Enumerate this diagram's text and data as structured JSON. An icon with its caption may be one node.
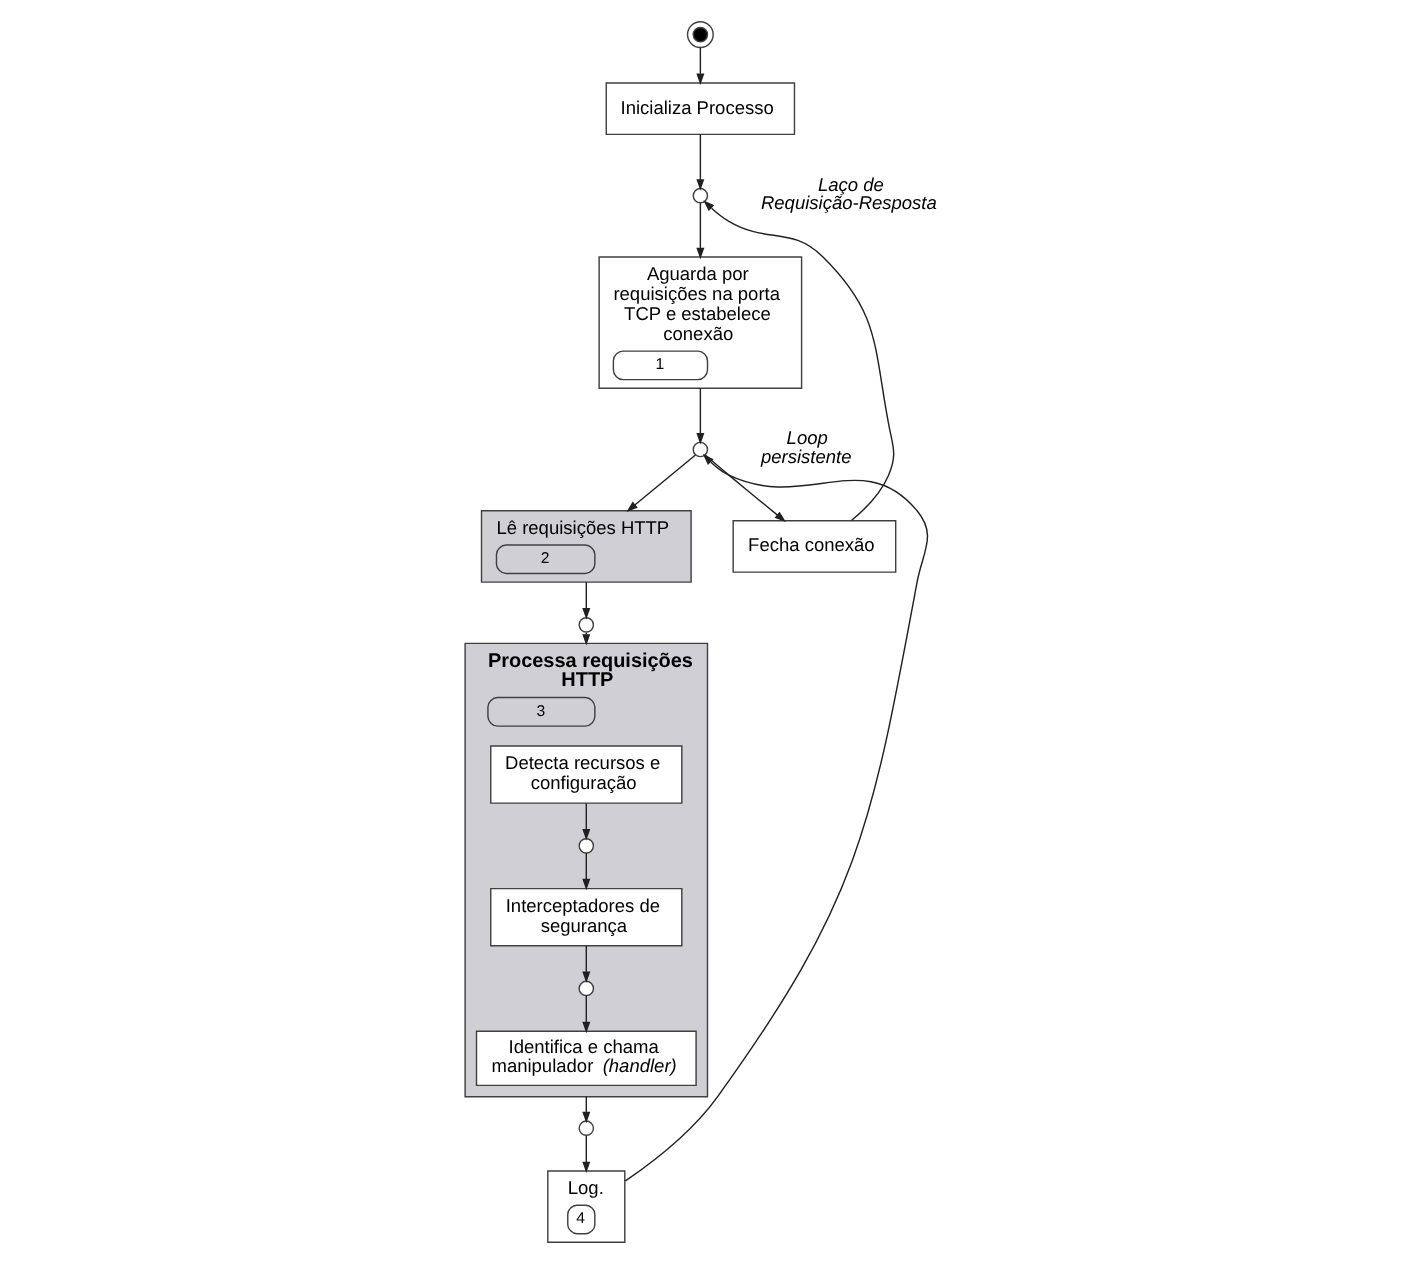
{
  "diagram": {
    "nodes": [
      {
        "text": [],
        "shape": "circle"
      },
      {
        "text": [
          "Inicializa Processo"
        ]
      },
      {
        "text": [],
        "shape": "circle",
        "beside": [
          "Laço de Requisição-Resposta"
        ]
      },
      {
        "text": [
          "Aguarda por requisições na porta TCP e estabelece conexão",
          "1"
        ]
      },
      {
        "text": [],
        "shape": "circle",
        "beside": [
          "Loop persistente"
        ]
      },
      {
        "text": [
          "Lê requisições HTTP",
          "2"
        ]
      },
      {
        "text": [],
        "shape": "circle"
      },
      {
        "text": [
          "Processa requisições HTTP",
          "3"
        ]
      },
      {
        "text": [
          "Detecta recursos e configuração"
        ],
        "in": 7
      },
      {
        "text": [],
        "shape": "circle",
        "in": 7
      },
      {
        "text": [
          "Interceptadores de segurança"
        ],
        "in": 7
      },
      {
        "text": [],
        "shape": "circle",
        "in": 7
      },
      {
        "text": [
          "Identifica e chama manipulador *(handler)*"
        ],
        "in": 7
      },
      {
        "text": [],
        "shape": "circle"
      },
      {
        "text": [
          "Log.",
          "4"
        ]
      },
      {
        "text": [
          "Fecha conexão"
        ]
      }
    ],
    "edges": [
      {
        "from": 0,
        "to": 1,
        "arrow": "to"
      },
      {
        "from": 1,
        "to": 2,
        "arrow": "to"
      },
      {
        "from": 2,
        "to": 3,
        "arrow": "to"
      },
      {
        "from": 3,
        "to": 4,
        "arrow": "to"
      },
      {
        "from": 4,
        "to": 5,
        "arrow": "to"
      },
      {
        "from": 5,
        "to": 6,
        "arrow": "to"
      },
      {
        "from": 6,
        "to": 7,
        "arrow": "to"
      },
      {
        "from": 8,
        "to": 9,
        "arrow": "to"
      },
      {
        "from": 9,
        "to": 10,
        "arrow": "to"
      },
      {
        "from": 10,
        "to": 11,
        "arrow": "to"
      },
      {
        "from": 11,
        "to": 12,
        "arrow": "to"
      },
      {
        "from": 7,
        "to": 13,
        "arrow": "to"
      },
      {
        "from": 13,
        "to": 14,
        "arrow": "to"
      },
      {
        "from": 14,
        "to": 4,
        "arrow": "to"
      },
      {
        "from": 4,
        "to": 15,
        "arrow": "to"
      },
      {
        "from": 15,
        "to": 2,
        "arrow": "to"
      }
    ]
  }
}
